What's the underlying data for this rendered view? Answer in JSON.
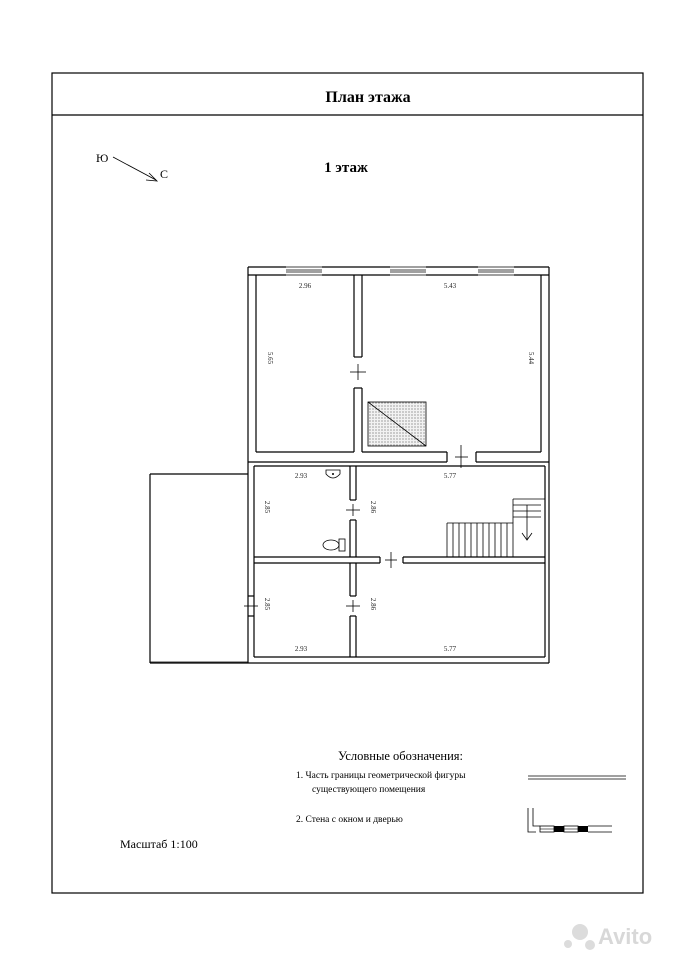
{
  "title": "План этажа",
  "floor_label": "1 этаж",
  "compass": {
    "south": "Ю",
    "north": "С"
  },
  "dimensions": {
    "room_top_left_width": "2.96",
    "room_top_left_height": "5.65",
    "room_top_right_width": "5.43",
    "room_top_right_height": "5.44",
    "bath_width": "2.93",
    "bath_height": "2.85",
    "hall_width": "5.77",
    "hall_height": "2.86",
    "bottom_left_height": "2.85",
    "bottom_left_width": "2.93",
    "bottom_right_height": "2.86",
    "bottom_right_width": "5.77"
  },
  "legend": {
    "title": "Условные обозначения:",
    "item1_line1": "1.  Часть границы геометрической фигуры",
    "item1_line2": "существующего помещения",
    "item2": "2.  Стена с окном и дверью"
  },
  "scale": "Масштаб 1:100",
  "watermark": "Avito"
}
